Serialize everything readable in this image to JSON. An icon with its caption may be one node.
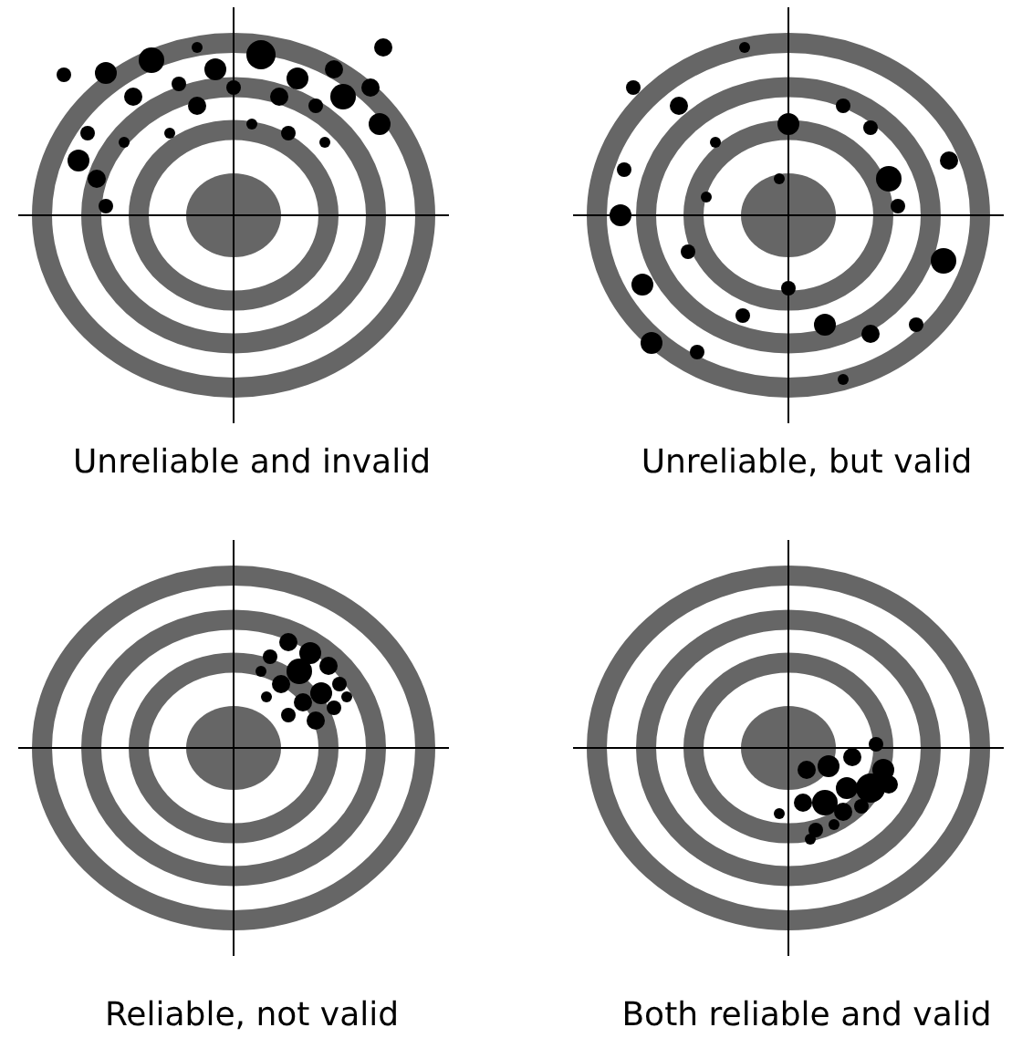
{
  "diagram": {
    "labels": [
      "Unreliable and invalid",
      "Unreliable, but valid",
      "Reliable, not valid",
      "Both reliable and valid"
    ]
  }
}
